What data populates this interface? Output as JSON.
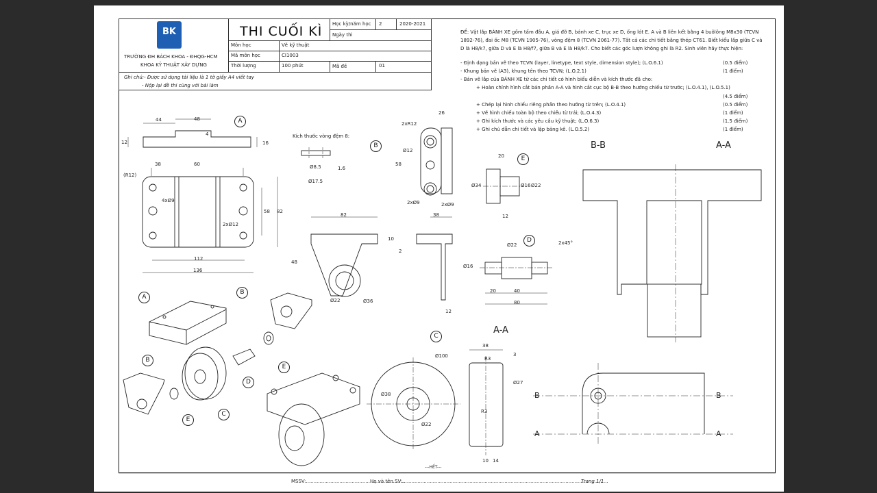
{
  "header": {
    "school_line1": "TRƯỜNG ĐH BÁCH KHOA - ĐHQG-HCM",
    "school_line2": "KHOA KỸ THUẬT XÂY DỰNG",
    "logo_text": "BK",
    "title": "THI CUỐI KÌ",
    "rows": [
      {
        "label": "Học kỳ/năm học",
        "value": "2",
        "value2": "2020-2021"
      },
      {
        "label": "Ngày thi",
        "value": "",
        "value2": ""
      },
      {
        "label": "Môn học",
        "value": "Vẽ kỹ thuật"
      },
      {
        "label": "Mã môn học",
        "value": "CI1003"
      },
      {
        "label": "Thời lượng",
        "value": "100 phút",
        "label2": "Mã đề",
        "value2": "01"
      }
    ],
    "note_line1": "Ghi chú:- Được sử dụng tài liệu là 1 tờ giấy A4 viết tay",
    "note_line2": "- Nộp lại đề thi cùng với bài làm"
  },
  "instructions": {
    "p1": "ĐỀ: Vật lắp BÁNH XE gồm tấm đầu A, giá đỡ B, bánh xe C, trục xe D, ống lót E. A và B liên kết bằng 4 buôlông M8x30 (TCVN 1892-76), đai ốc M8 (TCVN 1905-76), vòng đệm 8 (TCVN 2061-77). Tất cả các chi tiết bằng thép CT61. Biết kiểu lắp giữa C và D là H8/k7, giữa D và E là H8/f7, giữa B và E là H8/k7. Cho biết các góc lượn không ghi là R2. Sinh viên hãy thực hiện:",
    "items": [
      {
        "text": "- Định dạng bản vẽ theo TCVN (layer, linetype, text style, dimension style); (L.O.6.1)",
        "score": "(0.5 điểm)"
      },
      {
        "text": "- Khung bản vẽ (A3), khung tên theo TCVN; (L.O.2.1)",
        "score": "(1 điểm)"
      },
      {
        "text": "- Bản vẽ lắp của BÁNH XE từ các chi tiết có hình biểu diễn và kích thước đã cho:",
        "score": ""
      },
      {
        "text": "+ Hoàn chỉnh hình cắt bán phần A-A và hình cắt cục bộ B-B theo hướng chiếu từ trước; (L.O.4.1), (L.O.5.1)",
        "score": "(4.5 điểm)"
      },
      {
        "text": "+ Chép lại hình chiếu riêng phần theo hướng từ trên; (L.O.4.1)",
        "score": "(0.5 điểm)"
      },
      {
        "text": "+ Vẽ hình chiếu toàn bộ theo chiều từ trái; (L.O.4.3)",
        "score": "(1 điểm)"
      },
      {
        "text": "+ Ghi kích thước và các yêu cầu kỹ thuật; (L.O.6.3)",
        "score": "(1.5 điểm)"
      },
      {
        "text": "+ Ghi chú dẫn chi tiết và lập bảng kê. (L.O.5.2)",
        "score": "(1 điểm)"
      }
    ]
  },
  "labels": {
    "A": "A",
    "B": "B",
    "C": "C",
    "D": "D",
    "E": "E",
    "washer_title": "Kích thước vòng đệm 8:",
    "section_BB": "B-B",
    "section_AA": "A-A",
    "section_AA_c": "A-A",
    "end": "---HẾT---"
  },
  "dims": {
    "a_44": "44",
    "a_48": "48",
    "a_12": "12",
    "a_4": "4",
    "a_16": "16",
    "a_38": "38",
    "a_60": "60",
    "a_r12": "(R12)",
    "a_4x9": "4xØ9",
    "a_2x12": "2xØ12",
    "a_58": "58",
    "a_82": "82",
    "a_112": "112",
    "a_136": "136",
    "w_85": "Ø8.5",
    "w_175": "Ø17.5",
    "w_16": "1.6",
    "b_26": "26",
    "b_2xr12": "2xR12",
    "b_12": "Ø12",
    "b_58": "58",
    "b_2x9": "2xØ9",
    "b_2x9b": "2xØ9",
    "b_82": "82",
    "b_38": "38",
    "b_10": "10",
    "b_2": "2",
    "b_48": "48",
    "b_22": "Ø22",
    "b_36": "Ø36",
    "b_12b": "12",
    "e_20": "20",
    "e_34": "Ø34",
    "e_16": "Ø16",
    "e_22": "Ø22",
    "e_12": "12",
    "d_22": "Ø22",
    "d_2x45": "2x45°",
    "d_16": "Ø16",
    "d_20": "20",
    "d_40": "40",
    "d_80": "80",
    "c_100": "Ø100",
    "c_38": "Ø38",
    "c_22": "Ø22",
    "c_38w": "38",
    "c_r3": "R3",
    "c_3": "3",
    "c_27": "Ø27",
    "c_r3b": "R3",
    "c_10": "10",
    "c_14": "14"
  },
  "footer": {
    "mssv": "MSSV:.................................................................",
    "name": "Họ và tên SV:.......................................................................................................................................",
    "page": "Trang 1/1"
  }
}
